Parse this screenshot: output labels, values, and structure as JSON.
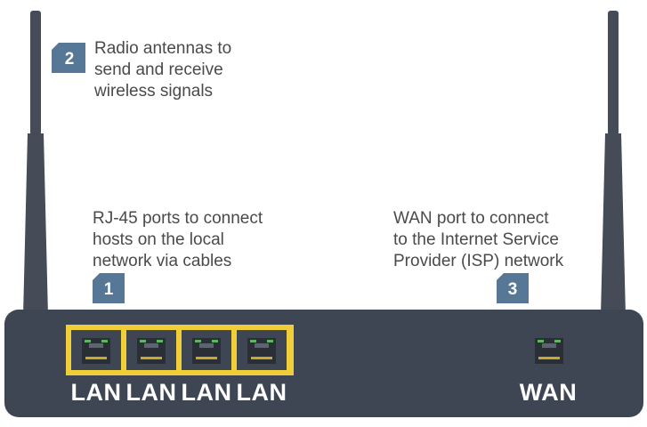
{
  "colors": {
    "router_body": "#3e4654",
    "antenna": "#454c58",
    "badge": "#567795",
    "lan_highlight": "#f0ce3a",
    "port_socket": "#2a2e36",
    "port_led": "#5cb85c",
    "text": "#4a4a4a"
  },
  "callouts": {
    "antennas": {
      "number": "2",
      "lines": [
        "Radio antennas to",
        "send and receive",
        "wireless signals"
      ]
    },
    "lan": {
      "number": "1",
      "lines": [
        "RJ-45 ports to connect",
        "hosts on the local",
        "network via cables"
      ]
    },
    "wan": {
      "number": "3",
      "lines": [
        "WAN port to connect",
        "to the Internet Service",
        "Provider (ISP) network"
      ]
    }
  },
  "ports": {
    "lan": [
      {
        "label": "LAN",
        "icon": "ethernet-port-icon"
      },
      {
        "label": "LAN",
        "icon": "ethernet-port-icon"
      },
      {
        "label": "LAN",
        "icon": "ethernet-port-icon"
      },
      {
        "label": "LAN",
        "icon": "ethernet-port-icon"
      }
    ],
    "wan": {
      "label": "WAN",
      "icon": "ethernet-port-icon"
    }
  }
}
